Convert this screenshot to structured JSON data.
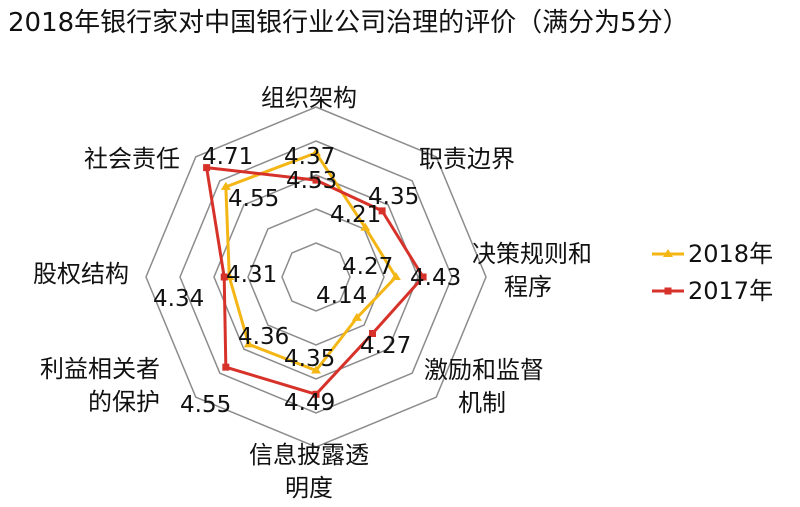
{
  "chart_data": {
    "type": "radar",
    "title": "2018年银行家对中国银行业公司治理的评价（满分为5分）",
    "axes": [
      [
        "组织架构"
      ],
      [
        "职责边界"
      ],
      [
        "决策规则和",
        "程序"
      ],
      [
        "激励和监督",
        "机制"
      ],
      [
        "信息披露透",
        "明度"
      ],
      [
        "利益相关者",
        "的保护"
      ],
      [
        "股权结构"
      ],
      [
        "社会责任"
      ]
    ],
    "grid_levels": [
      4.0,
      4.2,
      4.4,
      4.6,
      4.8
    ],
    "range": [
      3.8,
      4.8
    ],
    "series": [
      {
        "name": "2018年",
        "color": "#F3B614",
        "values": [
          4.53,
          4.21,
          4.27,
          4.14,
          4.35,
          4.36,
          4.31,
          4.55
        ]
      },
      {
        "name": "2017年",
        "color": "#D7322A",
        "values": [
          4.37,
          4.35,
          4.43,
          4.27,
          4.49,
          4.55,
          4.34,
          4.71
        ]
      }
    ],
    "data_labels": {
      "2018年": [
        "4.53",
        "4.21",
        "4.27",
        "4.14",
        "4.35",
        "4.36",
        "4.31",
        "4.55"
      ],
      "2017年": [
        "4.37",
        "4.35",
        "4.43",
        "4.27",
        "4.49",
        "4.55",
        "4.34",
        "4.71"
      ]
    },
    "legend_position": "right",
    "grid": true,
    "grid_color": "#8c8c8c"
  }
}
